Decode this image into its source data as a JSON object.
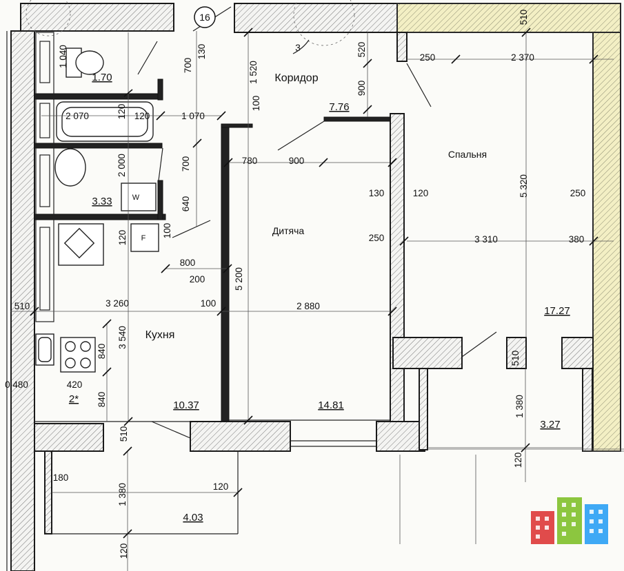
{
  "markers": {
    "axis": "16",
    "section": "3"
  },
  "rooms": {
    "corridor": "Коридор",
    "bedroom": "Спальня",
    "kids": "Дитяча",
    "kitchen": "Кухня"
  },
  "fixtures": {
    "washer": "W",
    "fridge": "F"
  },
  "areas": {
    "wc": "1.70",
    "bath": "3.33",
    "corridor": "7.76",
    "bedroom": "17.27",
    "kids": "14.81",
    "kitchen": "10.37",
    "balcony_right": "3.27",
    "balcony_left": "4.03",
    "storage": "2*"
  },
  "dimensions": [
    "130",
    "700",
    "1 040",
    "1 520",
    "520",
    "900",
    "250",
    "2 370",
    "510",
    "100",
    "2 070",
    "120",
    "120",
    "1 070",
    "780",
    "900",
    "2 000",
    "700",
    "5 320",
    "130",
    "120",
    "250",
    "640",
    "120",
    "100",
    "250",
    "3 310",
    "380",
    "800",
    "200",
    "5 200",
    "510",
    "3 260",
    "100",
    "2 880",
    "3 540",
    "840",
    "510",
    "0 480",
    "420",
    "840",
    "1 380",
    "510",
    "120",
    "180",
    "1 380",
    "120",
    "120"
  ],
  "colors": {
    "logo_red": "#e04b4b",
    "logo_green": "#8cc63f",
    "logo_blue": "#3fa9f5",
    "wall_tint": "#f3efc4"
  }
}
